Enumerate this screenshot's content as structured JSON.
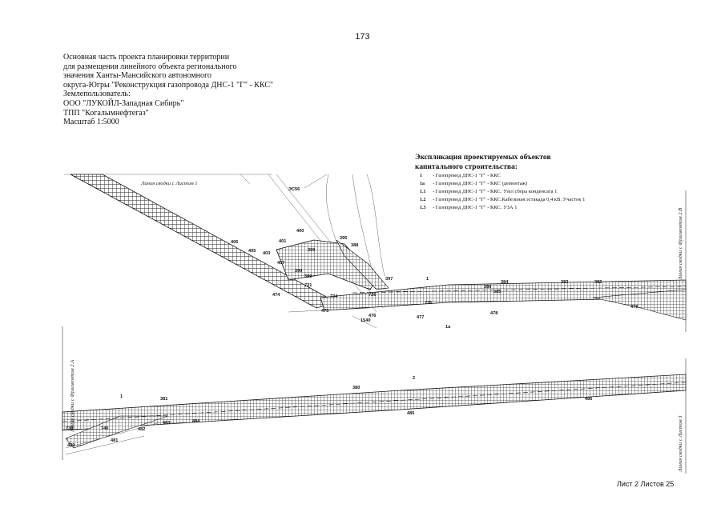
{
  "page_number": "173",
  "title_lines": [
    "Основная часть проекта планировки территории",
    "для размещения линейного объекта регионального",
    "значения Ханты-Мансийского автономного",
    "округа-Югры \"Реконструкция газопровода ДНС-1 \"Г\" - ККС\"",
    "Землепользователь:",
    "ООО \"ЛУКОЙЛ-Западная Сибирь\"",
    "ТПП \"Когалымнефтегаз\"",
    "Масштаб 1:5000"
  ],
  "legend": {
    "heading1": "Экспликация проектируемых объектов",
    "heading2": "капитального строительства:",
    "items": [
      {
        "mark": "1",
        "text": "- Газопровод ДНС-1 \"Г\" - ККС"
      },
      {
        "mark": "1а",
        "text": "- Газопровод ДНС-1 \"Г\" - ККС (демонтаж)"
      },
      {
        "mark": "1.1",
        "text": "- Газопровод ДНС-1 \"Г\" - ККС. Узел сбора конденсата 1"
      },
      {
        "mark": "1.2",
        "text": "- Газопровод ДНС-1 \"Г\" - ККС.Кабельная эстакада 0,4 кВ. Участок 1"
      },
      {
        "mark": "1.3",
        "text": "- Газопровод ДНС-1 \"Г\" - ККС. УЗА 1"
      }
    ]
  },
  "match_lines": {
    "top_left": "Линия сводки с Листом 1",
    "right_top": "Линия сводки с Фрагментом 2.В",
    "left_bottom": "Линия сводки с Фрагментом 2.А",
    "right_bottom": "Линия сводки с Листом 3"
  },
  "top_labels": [
    "406",
    "405",
    "403",
    "401",
    "400",
    "399",
    "395",
    "388",
    "407",
    "390",
    "389",
    "731",
    "474",
    "475",
    "397",
    "726",
    "734",
    "735",
    "476",
    "1540",
    "477",
    "386",
    "385",
    "384",
    "478",
    "383",
    "382",
    "479",
    "ЭС56",
    "1",
    "1а"
  ],
  "bottom_labels": [
    "381",
    "380",
    "2",
    "739",
    "740",
    "482",
    "483",
    "480",
    "484",
    "481",
    "485",
    "486",
    "1"
  ],
  "sheet_label": "Лист 2 Листов 25"
}
